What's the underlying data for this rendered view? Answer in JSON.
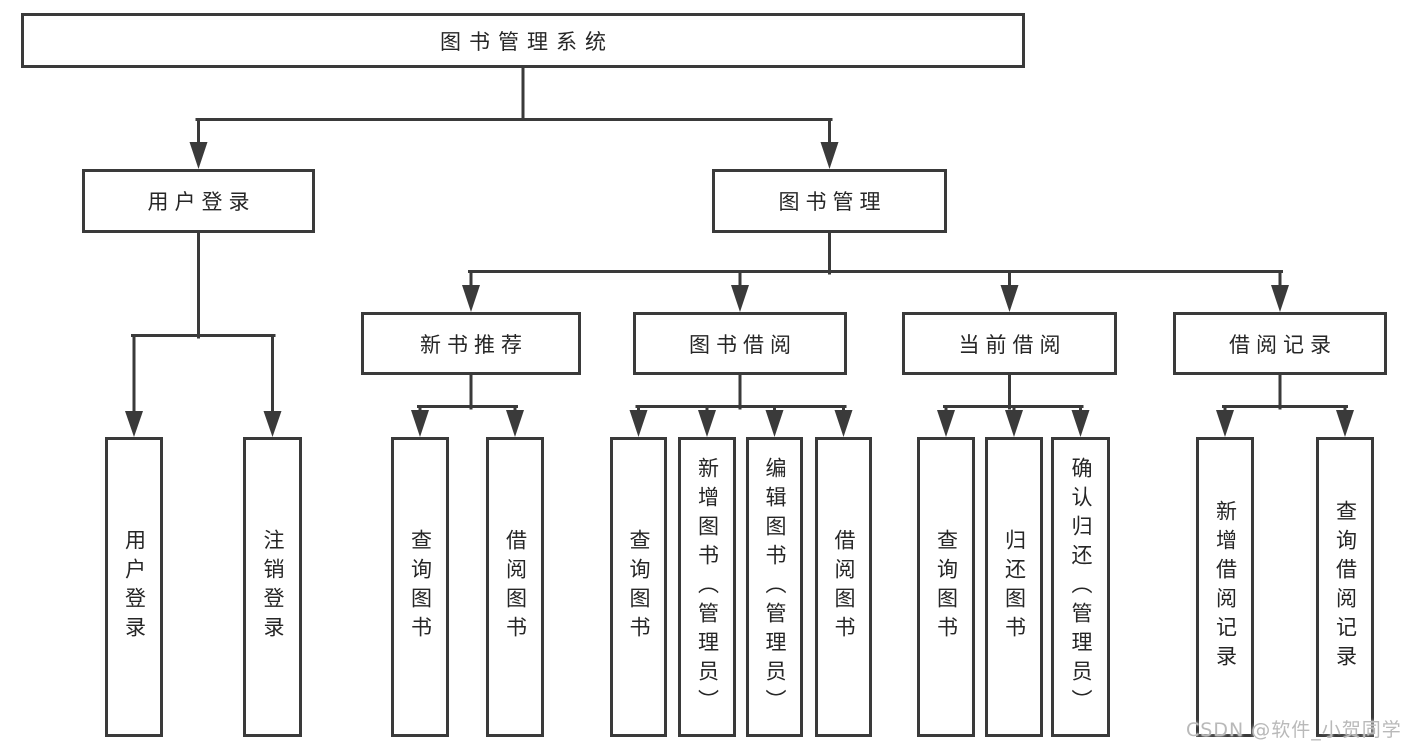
{
  "nodes": {
    "root": "图书管理系统",
    "level1": [
      "用户登录",
      "图书管理"
    ],
    "level2": [
      "新书推荐",
      "图书借阅",
      "当前借阅",
      "借阅记录"
    ],
    "leaves_user": [
      "用户登录",
      "注销登录"
    ],
    "leaves_newbook": [
      "查询图书",
      "借阅图书"
    ],
    "leaves_borrow": [
      "查询图书",
      "新增图书（管理员）",
      "编辑图书（管理员）",
      "借阅图书"
    ],
    "leaves_current": [
      "查询图书",
      "归还图书",
      "确认归还（管理员）"
    ],
    "leaves_record": [
      "新增借阅记录",
      "查询借阅记录"
    ]
  },
  "colors": {
    "line": "#3a3a3a",
    "text": "#262626",
    "watermark": "#b9b9b9",
    "background": "#ffffff"
  },
  "watermark": "CSDN @软件_小贺同学"
}
